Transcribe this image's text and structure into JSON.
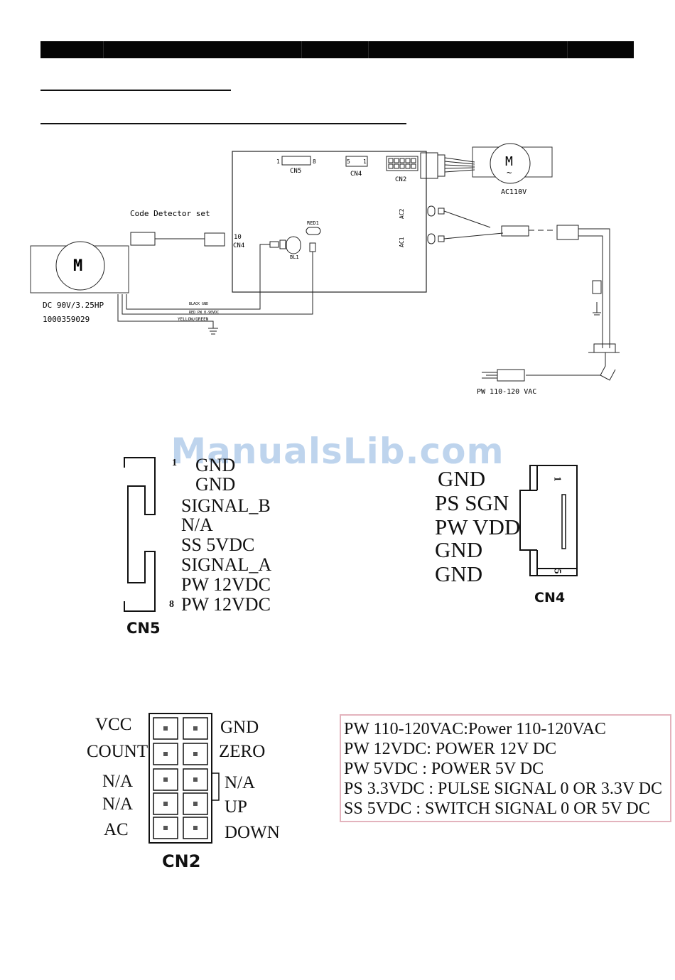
{
  "wiring": {
    "board_connectors": {
      "cn5": "CN5",
      "cn4": "CN4",
      "cn2": "CN2",
      "ac2": "AC2",
      "ac1": "AC1",
      "red1": "RED1",
      "bl1": "BL1",
      "cn4_side": "CN4",
      "cn4_side_pin": "10",
      "cn5_pin_left": "1",
      "cn5_pin_right": "8",
      "cn4_pin_left": "5",
      "cn4_pin_right": "1"
    },
    "ac_motor": {
      "symbol": "M",
      "sine": "~",
      "label": "AC110V"
    },
    "dc_motor": {
      "symbol": "M",
      "label": "DC 90V/3.25HP",
      "part_no": "1000359029"
    },
    "code_detector": "Code Detector set",
    "wire_labels": {
      "black": "BLACK  GND",
      "red": "RED  PW 0-90VDC",
      "ground": "YELLOW/GREEN"
    },
    "power_cord": "PW 110-120 VAC"
  },
  "watermark": "ManualsLib.com",
  "cn5": {
    "label": "CN5",
    "pin_first": "1",
    "pin_last": "8",
    "pins": [
      "GND",
      "GND",
      "SIGNAL_B",
      "N/A",
      "SS 5VDC",
      "SIGNAL_A",
      "PW 12VDC",
      "PW 12VDC"
    ]
  },
  "cn4": {
    "label": "CN4",
    "pin_first": "1",
    "pin_last": "5",
    "pins": [
      "GND",
      "PS  SGN",
      "PW  VDD",
      "GND",
      "GND"
    ]
  },
  "cn2": {
    "label": "CN2",
    "left": [
      "VCC",
      "COUNT",
      "N/A",
      "N/A",
      "AC"
    ],
    "right": [
      "GND",
      "ZERO",
      "N/A",
      "UP",
      "DOWN"
    ]
  },
  "legend": [
    "PW 110-120VAC:Power  110-120VAC",
    "PW 12VDC: POWER 12V DC",
    "PW 5VDC : POWER 5V DC",
    "PS 3.3VDC : PULSE SIGNAL 0 OR 3.3V DC",
    "SS 5VDC : SWITCH SIGNAL 0 OR 5V DC"
  ]
}
